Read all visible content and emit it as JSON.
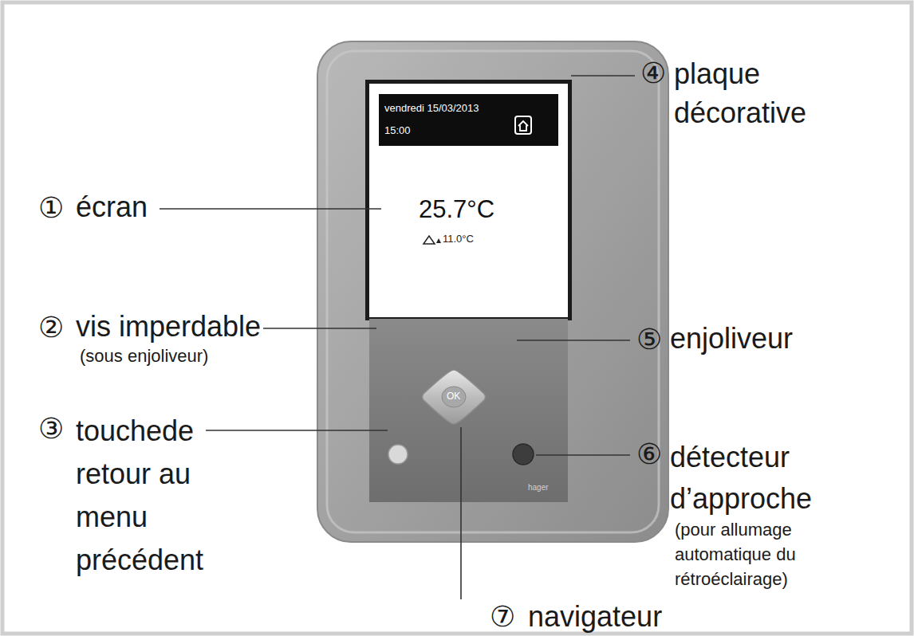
{
  "diagram": {
    "nodes": [
      {
        "text": [
          "vendredi 15/03/2013",
          "15:00",
          "25.7°C",
          "11.0°C"
        ]
      },
      {
        "text": [
          "OK"
        ]
      }
    ],
    "labels": [
      "①",
      "écran",
      "②",
      "vis imperdable",
      "(sous enjoliveur)",
      "③",
      "touchede retour au menu précédent",
      "④",
      "plaque décorative",
      "⑤",
      "enjoliveur",
      "⑥",
      "détecteur d’approche",
      "(pour allumage automatique du rétroéclairage)",
      "⑦",
      "navigateur",
      "hager"
    ]
  }
}
